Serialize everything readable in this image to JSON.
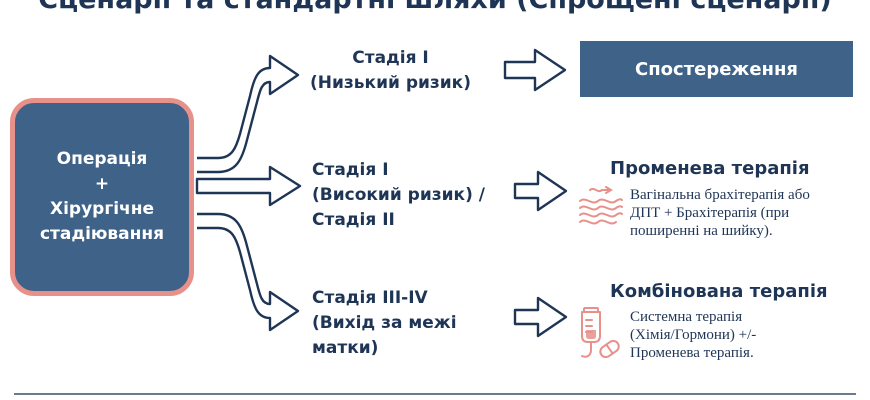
{
  "title": "Сценарії та стандартні шляхи (Спрощені сценарії)",
  "start": {
    "line1": "Операція",
    "line2": "+",
    "line3": "Хірургічне",
    "line4": "стадіювання"
  },
  "stages": [
    {
      "line1": "Стадія I",
      "line2": "(Низький ризик)"
    },
    {
      "line1": "Стадія I",
      "line2": "(Високий ризик) /",
      "line3": "Стадія II"
    },
    {
      "line1": "Стадія III-IV",
      "line2": "(Вихід за межі",
      "line3": "матки)"
    }
  ],
  "outcomes": {
    "observation": "Спостереження",
    "radiation": {
      "title": "Променева терапія",
      "line1": "Вагінальна брахітерапія або",
      "line2": "ДПТ + Брахітерапія (при",
      "line3": "поширенні на шийку)."
    },
    "combined": {
      "title": "Комбінована терапія",
      "line1": "Системна терапія",
      "line2": "(Хімія/Гормони) +/-",
      "line3": "Променева терапія."
    }
  },
  "icons": {
    "radiation": "radiation-waves-icon",
    "combined": "iv-drip-pill-icon"
  },
  "colors": {
    "navy": "#1f3556",
    "box": "#3f6289",
    "accent": "#e8908a"
  }
}
